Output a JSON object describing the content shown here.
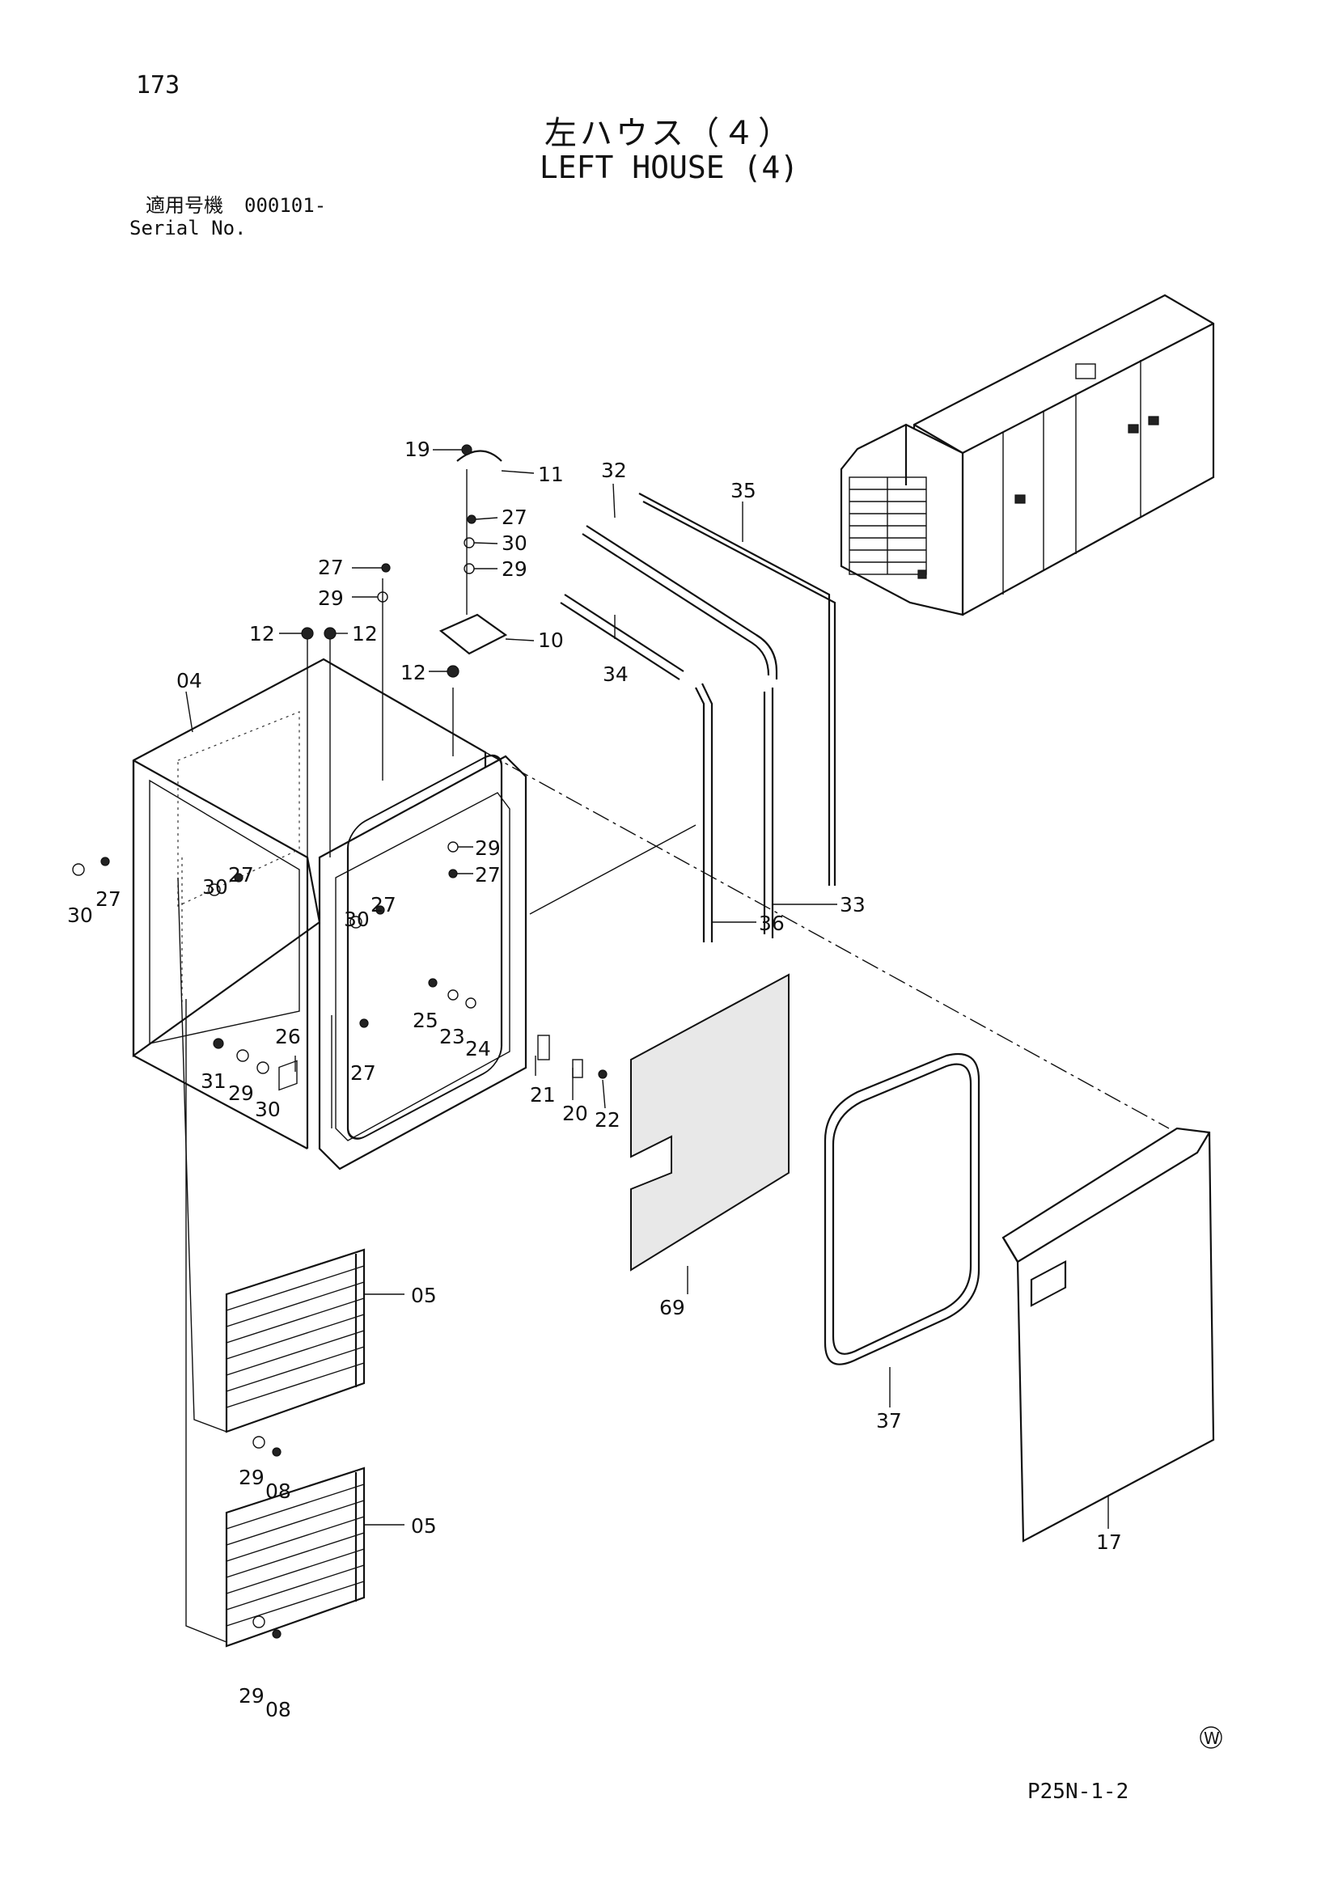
{
  "page_number": "173",
  "title_ja": "左ハウス（４）",
  "title_en": "LEFT HOUSE (4)",
  "serial_label_ja": "適用号機",
  "serial_value": "000101-",
  "serial_label_en": "Serial No.",
  "footer_code": "P25N-1-2",
  "mark": "W",
  "callouts": {
    "c19": "19",
    "c11": "11",
    "c27a": "27",
    "c30a": "30",
    "c29a": "29",
    "c27b": "27",
    "c29b": "29",
    "c12a": "12",
    "c12b": "12",
    "c10": "10",
    "c12c": "12",
    "c04": "04",
    "c32": "32",
    "c35": "35",
    "c34": "34",
    "c29c": "29",
    "c27c": "27",
    "c30b": "30",
    "c27d": "27",
    "c30c": "30",
    "c27e": "27",
    "c30d": "30",
    "c27f": "27",
    "c33": "33",
    "c36": "36",
    "c26": "26",
    "c25": "25",
    "c23": "23",
    "c24": "24",
    "c31": "31",
    "c29d": "29",
    "c30e": "30",
    "c27g": "27",
    "c21": "21",
    "c20": "20",
    "c22": "22",
    "c69": "69",
    "c05a": "05",
    "c37": "37",
    "c17": "17",
    "c29e": "29",
    "c08a": "08",
    "c05b": "05",
    "c29f": "29",
    "c08b": "08"
  }
}
